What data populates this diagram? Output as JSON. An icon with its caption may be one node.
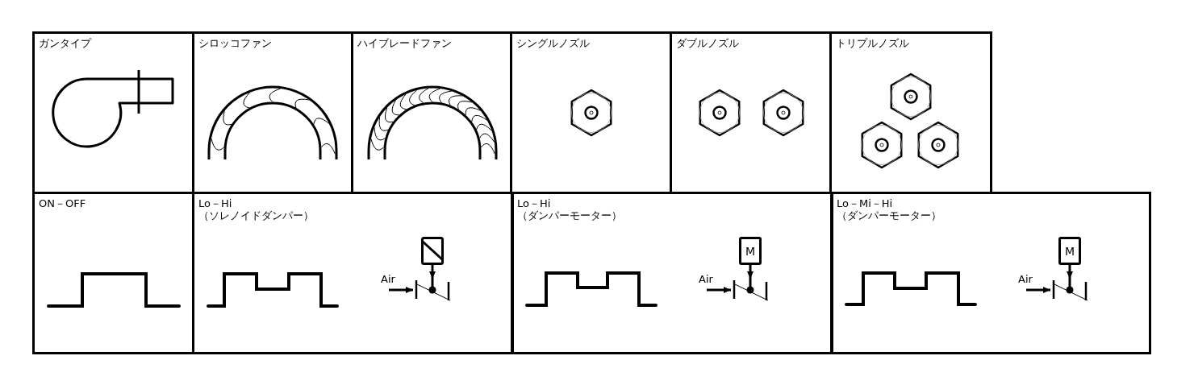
{
  "diagram": {
    "nodes": [
      {
        "text": [
          "ガンタイプ"
        ]
      },
      {
        "text": [
          "シロッコファン"
        ]
      },
      {
        "text": [
          "ハイブレードファン"
        ]
      },
      {
        "text": [
          "シングルノズル"
        ]
      },
      {
        "text": [
          "ダブルノズル"
        ]
      },
      {
        "text": [
          "トリプルノズル"
        ]
      },
      {
        "text": [
          "ON－OFF"
        ]
      },
      {
        "text": [
          "Lo－Hi",
          "（ソレノイドダンパー）"
        ]
      },
      {
        "text": [],
        "shape": "box",
        "in": 7
      },
      {
        "text": [],
        "shape": "valve",
        "in": 7
      },
      {
        "text": [
          "Lo－Hi",
          "（ダンパーモーター）"
        ]
      },
      {
        "text": [
          "M"
        ],
        "in": 10
      },
      {
        "text": [],
        "shape": "valve",
        "in": 10
      },
      {
        "text": [
          "Lo－Mi－Hi",
          "（ダンパーモーター）"
        ]
      },
      {
        "text": [
          "M"
        ],
        "in": 13
      },
      {
        "text": [],
        "shape": "valve",
        "in": 13
      }
    ],
    "edges": [
      {
        "from": 8,
        "to": 9,
        "arrow": "to"
      },
      {
        "from": null,
        "to": 9,
        "arrow": "to",
        "label": "Air"
      },
      {
        "from": 11,
        "to": 12,
        "arrow": "to"
      },
      {
        "from": null,
        "to": 12,
        "arrow": "to",
        "label": "Air"
      },
      {
        "from": 14,
        "to": 15,
        "arrow": "to"
      },
      {
        "from": null,
        "to": 15,
        "arrow": "to",
        "label": "Air"
      }
    ]
  }
}
